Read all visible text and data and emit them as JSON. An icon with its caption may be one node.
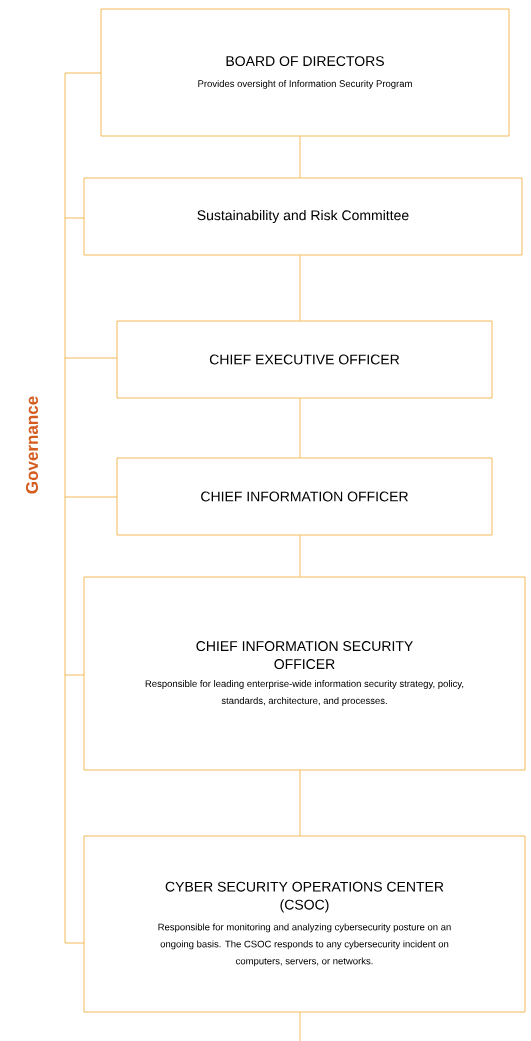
{
  "diagram": {
    "nodes": [
      {
        "text": [
          "BOARD OF DIRECTORS",
          "Provides oversight of Information Security Program"
        ]
      },
      {
        "text": [
          "Sustainability and Risk Committee"
        ]
      },
      {
        "text": [
          "CHIEF EXECUTIVE OFFICER"
        ]
      },
      {
        "text": [
          "CHIEF INFORMATION OFFICER"
        ]
      },
      {
        "text": [
          "CHIEF INFORMATION SECURITY OFFICER",
          "Responsible for leading enterprise-wide information security strategy, policy, standards, architecture, and processes."
        ]
      },
      {
        "text": [
          "CYBER SECURITY OPERATIONS CENTER (CSOC)",
          "Responsible for monitoring and analyzing cybersecurity posture on an ongoing basis. The CSOC responds to any cybersecurity incident on computers, servers, or networks."
        ]
      }
    ],
    "edges": [
      {
        "from": 0,
        "to": 1,
        "arrow": "none"
      },
      {
        "from": 1,
        "to": 2,
        "arrow": "none"
      },
      {
        "from": 2,
        "to": 3,
        "arrow": "none"
      },
      {
        "from": 3,
        "to": 4,
        "arrow": "none"
      },
      {
        "from": 4,
        "to": 5,
        "arrow": "none"
      },
      {
        "from": 5,
        "to": null,
        "arrow": "none"
      }
    ],
    "labels": [
      "Governance"
    ]
  }
}
